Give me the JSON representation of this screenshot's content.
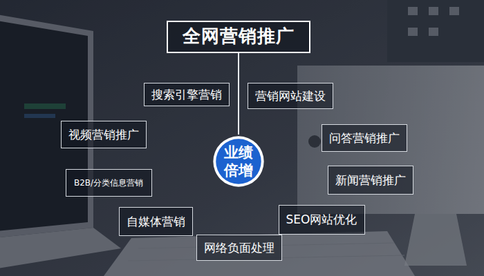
{
  "diagram": {
    "nodes": [
      {
        "text": [
          "全网营销推广"
        ]
      },
      {
        "text": [
          "搜索引擎营销"
        ]
      },
      {
        "text": [
          "营销网站建设"
        ]
      },
      {
        "text": [
          "视频营销推广"
        ]
      },
      {
        "text": [
          "业绩倍增"
        ]
      },
      {
        "text": [
          "问答营销推广"
        ]
      },
      {
        "text": [
          "B2B/分类信息营销"
        ]
      },
      {
        "text": [
          "新闻营销推广"
        ]
      },
      {
        "text": [
          "自媒体营销"
        ]
      },
      {
        "text": [
          "SEO网站优化"
        ]
      },
      {
        "text": [
          "网络负面处理"
        ]
      }
    ],
    "edges": [
      {
        "from": 0,
        "to": 4,
        "arrow": "none"
      }
    ]
  }
}
